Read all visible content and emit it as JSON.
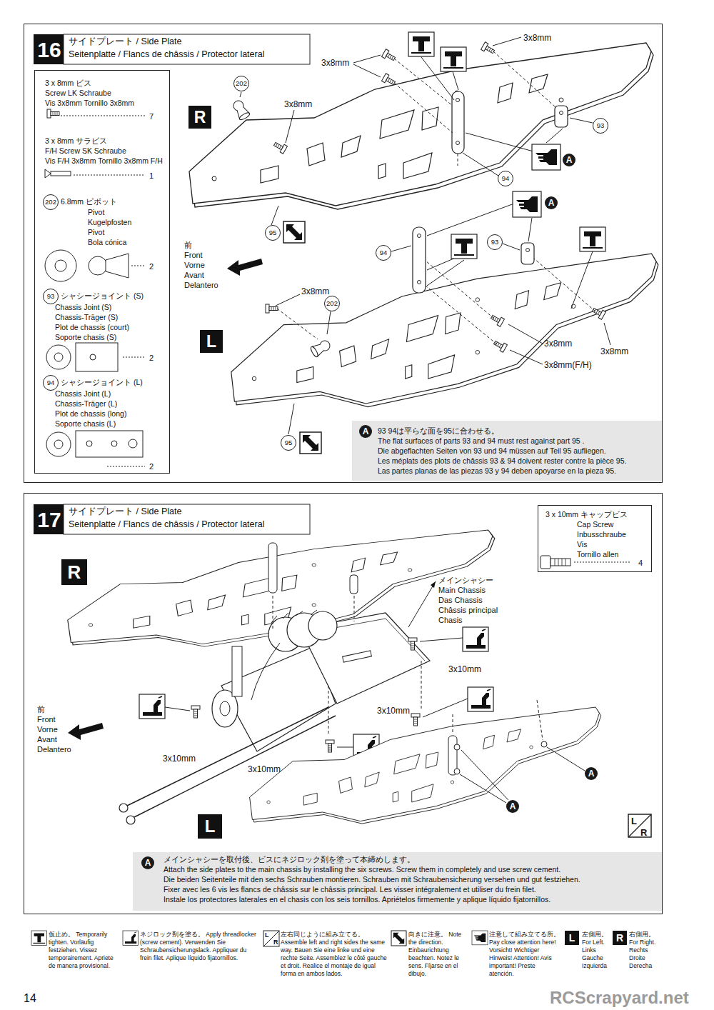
{
  "diagram": {
    "nodes": [
      {
        "text": [
          "16",
          "サイドプレート / Side Plate",
          "Seitenplatte / Flancs de châssis / Protector lateral"
        ]
      },
      {
        "text": [
          "3 x 8mm ビス",
          "Screw LK Schraube",
          "Vis 3x8mm Tornillo 3x8mm",
          "7",
          "3 x 8mm サラビス",
          "F/H Screw SK Schraube",
          "Vis F/H 3x8mm Tornillo 3x8mm F/H",
          "1",
          "202",
          "6.8mm ピボット",
          "Pivot",
          "Kugelpfosten",
          "Pivot",
          "Bola cónica",
          "2",
          "93",
          "シャシージョイント (S)",
          "Chassis Joint (S)",
          "Chassis-Träger (S)",
          "Plot de chassis (court)",
          "Soporte chasis (S)",
          "2",
          "94",
          "シャシージョイント (L)",
          "Chassis Joint (L)",
          "Chassis-Träger (L)",
          "Plot de chassis (long)",
          "Soporte chasis (L)",
          "2"
        ],
        "in": 0
      },
      {
        "text": [
          "A",
          "93 94は平らな面を95に合わせる。",
          "The flat surfaces of parts 93 and 94 must rest against part 95 .",
          "Die abgeflachten Seiten von 93 und 94 müssen auf Teil 95 aufliegen.",
          "Les méplats des plots de châssis 93 & 94 doivent rester contre la pièce 95.",
          "Las partes planas de las piezas 93 y 94 deben apoyarse en la pieza 95."
        ],
        "in": 0
      },
      {
        "text": [
          "17",
          "サイドプレート / Side Plate",
          "Seitenplatte / Flancs de châssis / Protector lateral"
        ]
      },
      {
        "text": [
          "3 x 10mm キャップビス",
          "Cap Screw",
          "Inbusschraube",
          "Vis",
          "Tornillo allen",
          "4"
        ],
        "in": 3
      },
      {
        "text": [
          "A",
          "メインシャシーを取付後、ビスにネジロック剤を塗って本締めします。",
          "Attach the side plates to the main chassis by installing the six screws. Screw them in completely and use screw cement.",
          "Die beiden Seitenteile mit den sechs Schrauben montieren. Schrauben mit Schraubensicherung versehen und gut festziehen.",
          "Fixer avec les 6 vis les flancs de châssis sur le châssis principal. Les visser intégralement et utiliser du frein filet.",
          "Instale los protectores laterales en el chasis con los seis tornillos. Apriételos firmemente y aplique líquido fijatornillos."
        ],
        "in": 3
      }
    ],
    "labels": [
      "R",
      "3x8mm",
      "3x8mm",
      "3x8mm",
      "202",
      "93",
      "94",
      "A",
      "95",
      "前",
      "Front",
      "Vorne",
      "Avant",
      "Delantero",
      "L",
      "3x8mm",
      "202",
      "A",
      "94",
      "93",
      "3x8mm",
      "3x8mm",
      "3x8mm(F/H)",
      "95",
      "R",
      "メインシャシー",
      "Main Chassis",
      "Das Chassis",
      "Châssis principal",
      "Chasis",
      "3x10mm",
      "3x10mm",
      "3x10mm",
      "3x10mm",
      "前",
      "Front",
      "Vorne",
      "Avant",
      "Delantero",
      "L",
      "A",
      "A",
      "L",
      "R",
      "L",
      "R",
      "L",
      "R",
      "RCScrapyard.net",
      "14"
    ],
    "legend": [
      {
        "text": "仮止め。 Temporarily tighten. Vorläufig festziehen. Vissez temporairement. Apriete de manera provisional."
      },
      {
        "text": "ネジロック剤を塗る。 Apply threadlocker (screw cement). Verwenden Sie Schraubensicherungslack. Appliquer du frein filet. Aplique líquido fijatornillos."
      },
      {
        "text": "左右同じように組み立てる。 Assemble left and right sides the same way. Bauen Sie eine linke und eine rechte Seite. Assemblez le côté gauche et droit. Realice el montaje de igual forma en ambos lados."
      },
      {
        "text": "向きに注意。 Note the direction. Einbaurichtung beachten. Notez le sens. Fíjarse en el dibujo."
      },
      {
        "text": "注意して組み立てる所。 Pay close attention here! Vorsicht! Wichtiger Hinweis! Attention! Avis important! Preste atención."
      },
      {
        "text": "左側用。 For Left. Links Gauche Izquierda"
      },
      {
        "text": "右側用。 For Right. Rechts Droite Derecha"
      }
    ]
  }
}
